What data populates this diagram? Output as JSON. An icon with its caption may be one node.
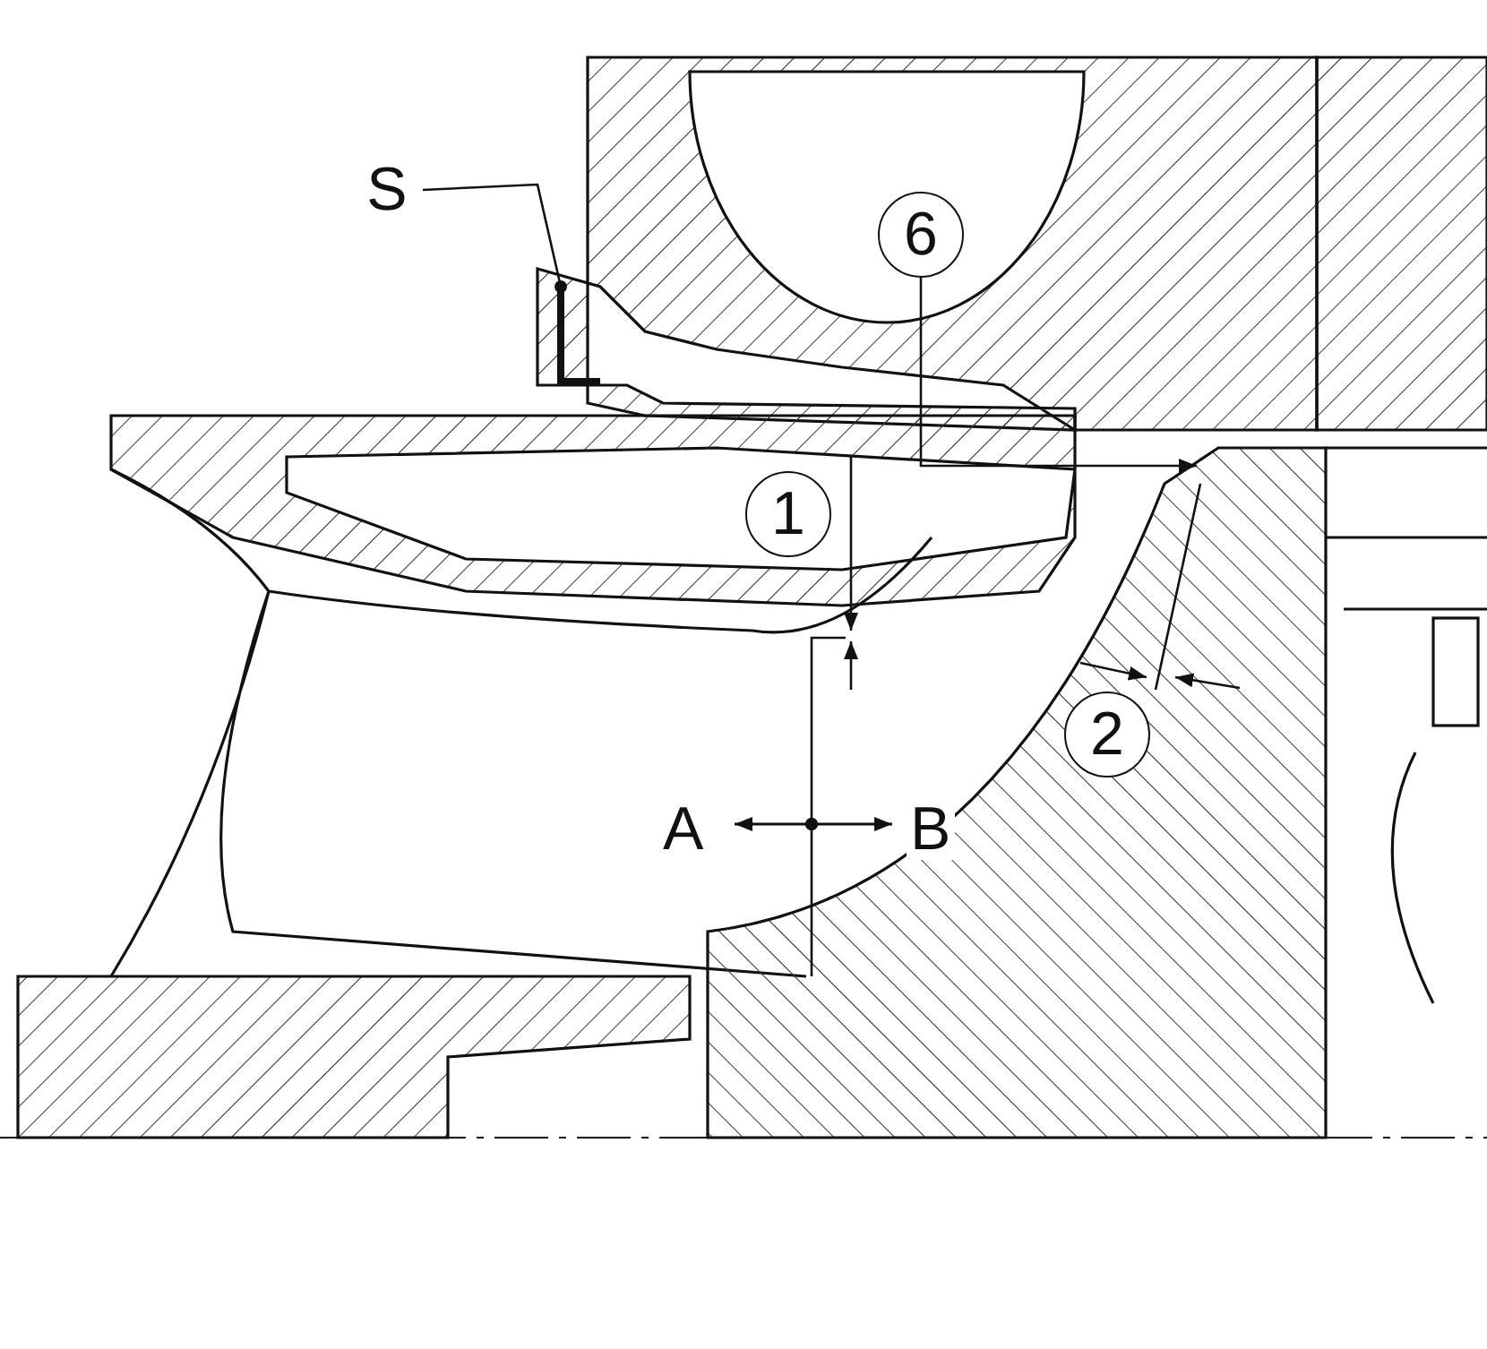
{
  "diagram": {
    "nodes": [
      {
        "text": [
          "S"
        ]
      },
      {
        "text": [
          "6"
        ]
      },
      {
        "text": [
          "1"
        ]
      },
      {
        "text": [
          "2"
        ]
      }
    ],
    "edges": [
      {
        "from": 0,
        "to": null,
        "arrow": "other"
      },
      {
        "from": 1,
        "to": null,
        "arrow": "to"
      }
    ],
    "labels": [
      "A",
      "B"
    ]
  }
}
